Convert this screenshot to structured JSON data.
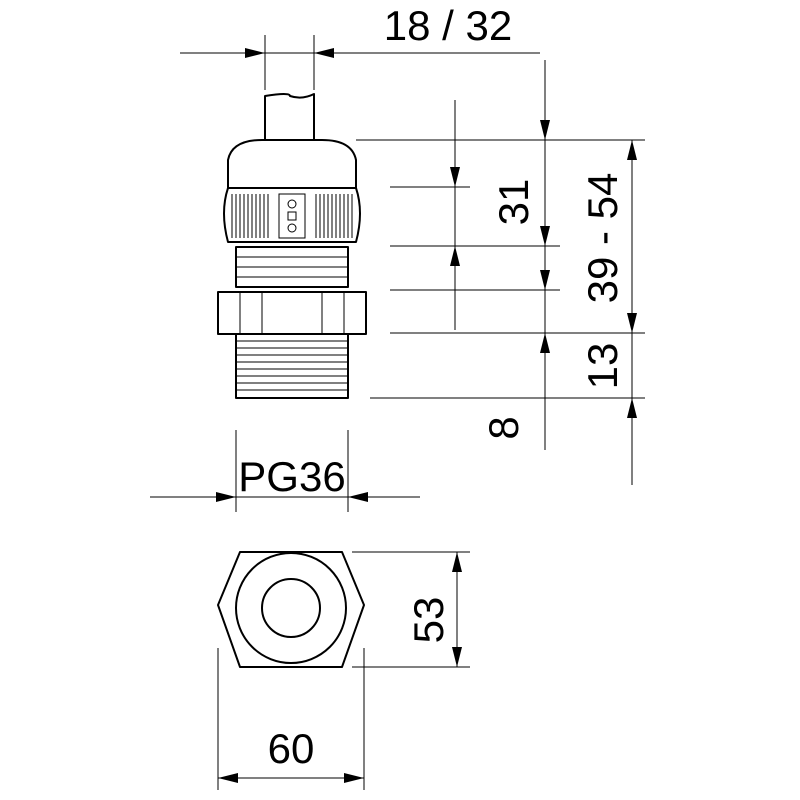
{
  "dimensions": {
    "cable_range": "18 / 32",
    "height_a": "31",
    "height_range": "39 - 54",
    "thread_len": "13",
    "thread_min": "8",
    "thread": "PG36",
    "across_flats": "53",
    "across_corners": "60"
  },
  "colors": {
    "line": "#000000",
    "background": "#ffffff"
  }
}
